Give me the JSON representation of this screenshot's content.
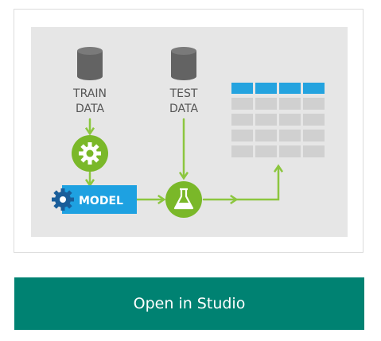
{
  "diagram": {
    "train_label_line1": "TRAIN",
    "train_label_line2": "DATA",
    "test_label_line1": "TEST",
    "test_label_line2": "DATA",
    "model_label": "MODEL",
    "colors": {
      "panel": "#e6e6e6",
      "db": "#636363",
      "arrow": "#8cc63f",
      "gear_green": "#7ab829",
      "model_blue": "#1ea1e1",
      "gear_blue": "#1a5e9a",
      "table_header": "#24a3df",
      "table_cell": "#d0d0d0"
    },
    "icons": [
      "database-icon",
      "gear-icon",
      "flask-icon",
      "table-icon"
    ]
  },
  "button": {
    "label": "Open in Studio"
  }
}
